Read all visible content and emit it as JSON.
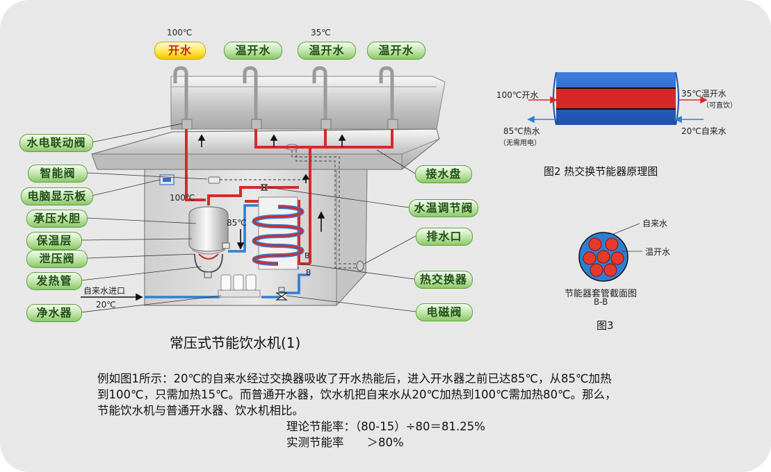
{
  "faucet_labels": {
    "temp_boiling": "100℃",
    "temp_warm": "35℃",
    "boiling_water": "开水",
    "warm_water_1": "温开水",
    "warm_water_2": "温开水",
    "warm_water_3": "温开水"
  },
  "left_labels": [
    "水电联动阀",
    "智能阀",
    "电脑显示板",
    "承压水胆",
    "保温层",
    "泄压阀",
    "发热管",
    "净水器"
  ],
  "right_labels": [
    "接水盘",
    "水温调节阀",
    "排水口",
    "热交换器",
    "电磁阀"
  ],
  "inline_labels": {
    "temp_100": "100℃",
    "temp_85": "85℃",
    "inlet": "自来水进口",
    "inlet_temp": "20℃",
    "section_b1": "B",
    "section_b2": "B"
  },
  "figure1_caption": "常压式节能饮水机(1)",
  "figure2": {
    "in_hot": "100℃开水",
    "out_warm": "35℃温开水",
    "out_warm_note": "（可直饮）",
    "out_hot": "85℃热水",
    "out_hot_note": "（无需用电）",
    "in_cold": "20℃自来水",
    "caption": "图2 热交换节能器原理图"
  },
  "figure3": {
    "label_tap": "自来水",
    "label_warm": "温开水",
    "caption_line1": "节能器套管截面图",
    "caption_line2": "B-B",
    "caption": "图3"
  },
  "description": {
    "line1": "例如图1所示：20℃的自来水经过交换器吸收了开水热能后，进入开水器之前已达85℃，从85℃加热",
    "line2": "到100℃，只需加热15℃。而普通开水器，饮水机把自来水从20℃加热到100℃需加热80℃。那么，",
    "line3": "节能饮水机与普通开水器、饮水机相比。",
    "line4": "理论节能率：（80-15）÷80＝81.25%",
    "line5": "实测节能率　　＞80%"
  },
  "colors": {
    "hot_pipe": "#d42a2a",
    "cold_pipe": "#2e7fd1",
    "pill_green": "#8cc767",
    "pill_yellow": "#ffe84a"
  }
}
